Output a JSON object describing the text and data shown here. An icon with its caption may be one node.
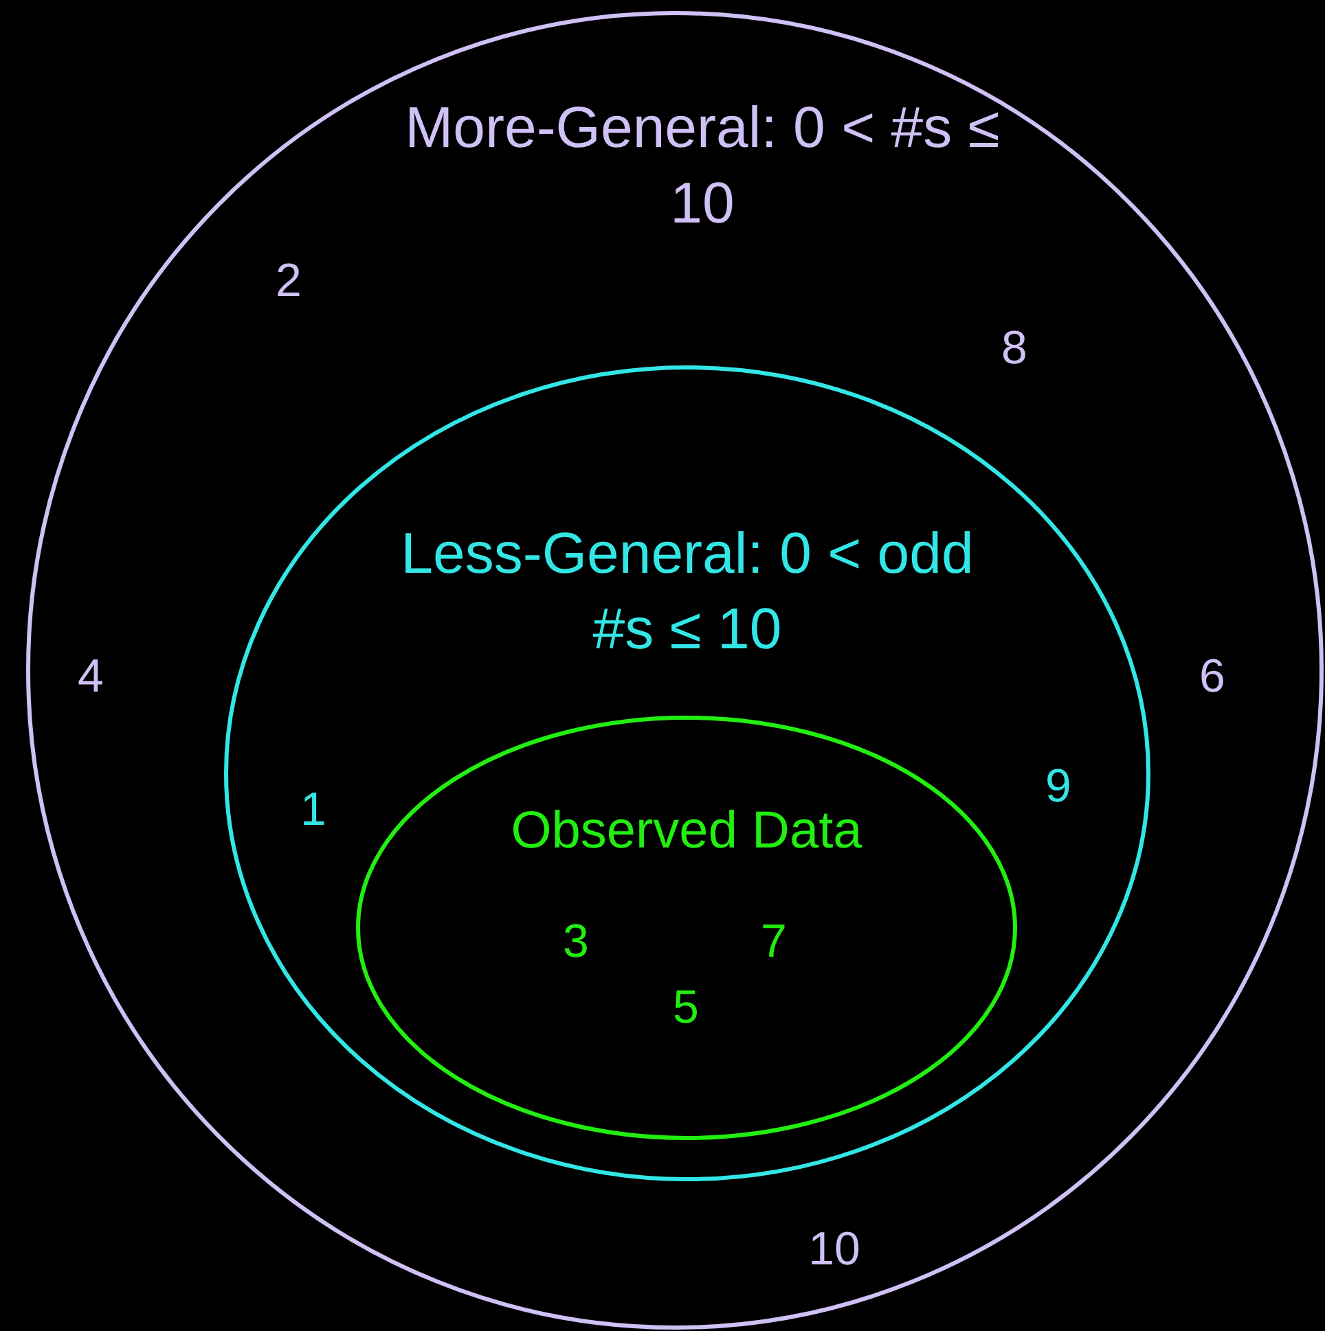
{
  "diagram": {
    "nodes": [
      {
        "text": [
          "More-General: 0 < #s ≤ 10"
        ]
      },
      {
        "text": [
          "Less-General: 0 < odd #s ≤ 10"
        ],
        "in": 0
      },
      {
        "text": [
          "Observed Data"
        ],
        "in": 1
      }
    ],
    "labels": [
      "2",
      "8",
      "4",
      "6",
      "1",
      "9",
      "3",
      "7",
      "5",
      "10"
    ]
  }
}
